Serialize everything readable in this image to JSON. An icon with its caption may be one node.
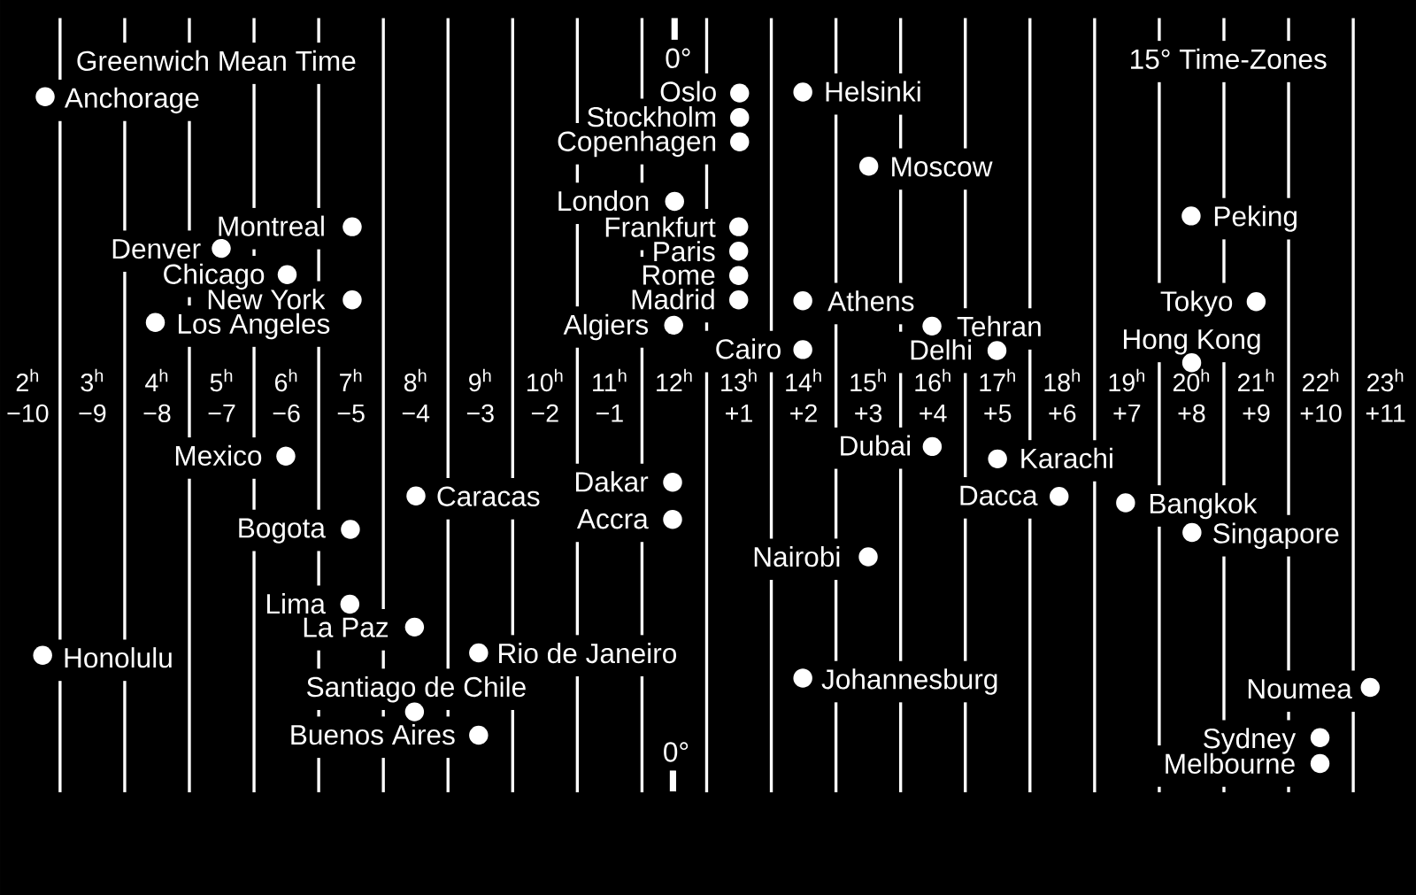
{
  "diagram": {
    "labels": [
      "Greenwich Mean Time",
      "0°",
      "15° Time-Zones",
      "Anchorage",
      "Oslo",
      "Helsinki",
      "Stockholm",
      "Copenhagen",
      "Moscow",
      "London",
      "Montreal",
      "Frankfurt",
      "Peking",
      "Denver",
      "Paris",
      "Chicago",
      "Rome",
      "New York",
      "Madrid",
      "Athens",
      "Tokyo",
      "Los Angeles",
      "Algiers",
      "Tehran",
      "Cairo",
      "Delhi",
      "Hong Kong",
      "2$^{h}$",
      "3$^{h}$",
      "4$^{h}$",
      "5$^{h}$",
      "6$^{h}$",
      "7$^{h}$",
      "8$^{h}$",
      "9$^{h}$",
      "10$^{h}$",
      "11$^{h}$",
      "12$^{h}$",
      "13$^{h}$",
      "14$^{h}$",
      "15$^{h}$",
      "16$^{h}$",
      "17$^{h}$",
      "18$^{h}$",
      "19$^{h}$",
      "20$^{h}$",
      "21$^{h}$",
      "22$^{h}$",
      "23$^{h}$",
      "−10",
      "−9",
      "−8",
      "−7",
      "−6",
      "−5",
      "−4",
      "−3",
      "−2",
      "−1",
      "+1",
      "+2",
      "+3",
      "+4",
      "+5",
      "+6",
      "+7",
      "+8",
      "+9",
      "+10",
      "+11",
      "Mexico",
      "Dubai",
      "Karachi",
      "Dakar",
      "Caracas",
      "Dacca",
      "Bangkok",
      "Accra",
      "Bogota",
      "Singapore",
      "Nairobi",
      "Lima",
      "La Paz",
      "Honolulu",
      "Rio de Janeiro",
      "Santiago de Chile",
      "Johannesburg",
      "Noumea",
      "Buenos Aires",
      "0°",
      "Sydney",
      "Melbourne"
    ]
  }
}
